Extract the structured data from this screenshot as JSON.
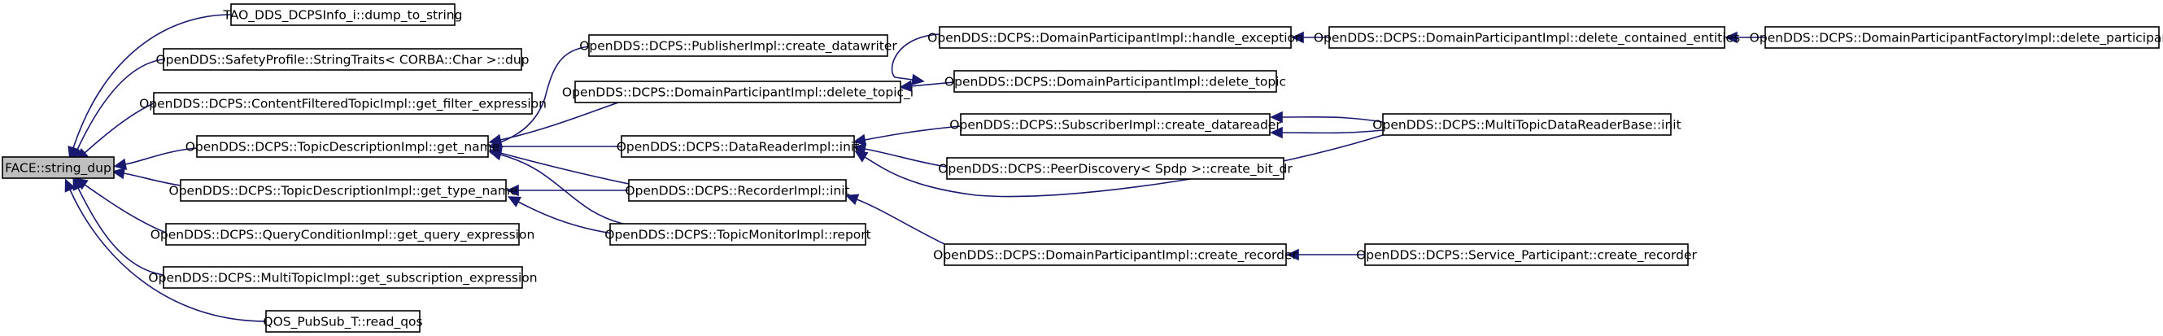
{
  "graph": {
    "root": "FACE::string_dup",
    "nodes": [
      {
        "id": "n0",
        "label": "FACE::string_dup",
        "root": true
      },
      {
        "id": "n1",
        "label": "TAO_DDS_DCPSInfo_i::dump_to_string"
      },
      {
        "id": "n2",
        "label": "OpenDDS::SafetyProfile::StringTraits< CORBA::Char >::dup"
      },
      {
        "id": "n3",
        "label": "OpenDDS::DCPS::ContentFilteredTopicImpl::get_filter_expression"
      },
      {
        "id": "n4",
        "label": "OpenDDS::DCPS::TopicDescriptionImpl::get_name"
      },
      {
        "id": "n5",
        "label": "OpenDDS::DCPS::TopicDescriptionImpl::get_type_name"
      },
      {
        "id": "n6",
        "label": "OpenDDS::DCPS::QueryConditionImpl::get_query_expression"
      },
      {
        "id": "n7",
        "label": "OpenDDS::DCPS::MultiTopicImpl::get_subscription_expression"
      },
      {
        "id": "n8",
        "label": "QOS_PubSub_T::read_qos"
      },
      {
        "id": "n9",
        "label": "OpenDDS::DCPS::PublisherImpl::create_datawriter"
      },
      {
        "id": "n10",
        "label": "OpenDDS::DCPS::DomainParticipantImpl::delete_topic_i"
      },
      {
        "id": "n11",
        "label": "OpenDDS::DCPS::DataReaderImpl::init"
      },
      {
        "id": "n12",
        "label": "OpenDDS::DCPS::RecorderImpl::init"
      },
      {
        "id": "n13",
        "label": "OpenDDS::DCPS::TopicMonitorImpl::report"
      },
      {
        "id": "n14",
        "label": "OpenDDS::DCPS::DomainParticipantImpl::handle_exception"
      },
      {
        "id": "n15",
        "label": "OpenDDS::DCPS::DomainParticipantImpl::delete_topic"
      },
      {
        "id": "n16",
        "label": "OpenDDS::DCPS::SubscriberImpl::create_datareader"
      },
      {
        "id": "n17",
        "label": "OpenDDS::DCPS::PeerDiscovery< Spdp >::create_bit_dr"
      },
      {
        "id": "n18",
        "label": "OpenDDS::DCPS::DomainParticipantImpl::create_recorder"
      },
      {
        "id": "n19",
        "label": "OpenDDS::DCPS::DomainParticipantImpl::delete_contained_entities"
      },
      {
        "id": "n20",
        "label": "OpenDDS::DCPS::MultiTopicDataReaderBase::init"
      },
      {
        "id": "n21",
        "label": "OpenDDS::DCPS::Service_Participant::create_recorder"
      },
      {
        "id": "n22",
        "label": "OpenDDS::DCPS::DomainParticipantFactoryImpl::delete_participant"
      }
    ],
    "edges": [
      {
        "from": "n1",
        "to": "n0"
      },
      {
        "from": "n2",
        "to": "n0"
      },
      {
        "from": "n3",
        "to": "n0"
      },
      {
        "from": "n4",
        "to": "n0"
      },
      {
        "from": "n5",
        "to": "n0"
      },
      {
        "from": "n6",
        "to": "n0"
      },
      {
        "from": "n7",
        "to": "n0"
      },
      {
        "from": "n8",
        "to": "n0"
      },
      {
        "from": "n9",
        "to": "n4"
      },
      {
        "from": "n10",
        "to": "n4"
      },
      {
        "from": "n11",
        "to": "n4"
      },
      {
        "from": "n12",
        "to": "n4"
      },
      {
        "from": "n13",
        "to": "n4"
      },
      {
        "from": "n12",
        "to": "n5"
      },
      {
        "from": "n13",
        "to": "n5"
      },
      {
        "from": "n14",
        "to": "n10"
      },
      {
        "from": "n15",
        "to": "n10"
      },
      {
        "from": "n16",
        "to": "n11"
      },
      {
        "from": "n17",
        "to": "n11"
      },
      {
        "from": "n20",
        "to": "n11"
      },
      {
        "from": "n18",
        "to": "n12"
      },
      {
        "from": "n19",
        "to": "n14"
      },
      {
        "from": "n20",
        "to": "n16"
      },
      {
        "from": "n21",
        "to": "n18"
      },
      {
        "from": "n22",
        "to": "n19"
      }
    ]
  },
  "colors": {
    "edge": "#191970",
    "root_fill": "#bfbfbf",
    "node_fill": "#ffffff",
    "node_stroke": "#000000"
  }
}
